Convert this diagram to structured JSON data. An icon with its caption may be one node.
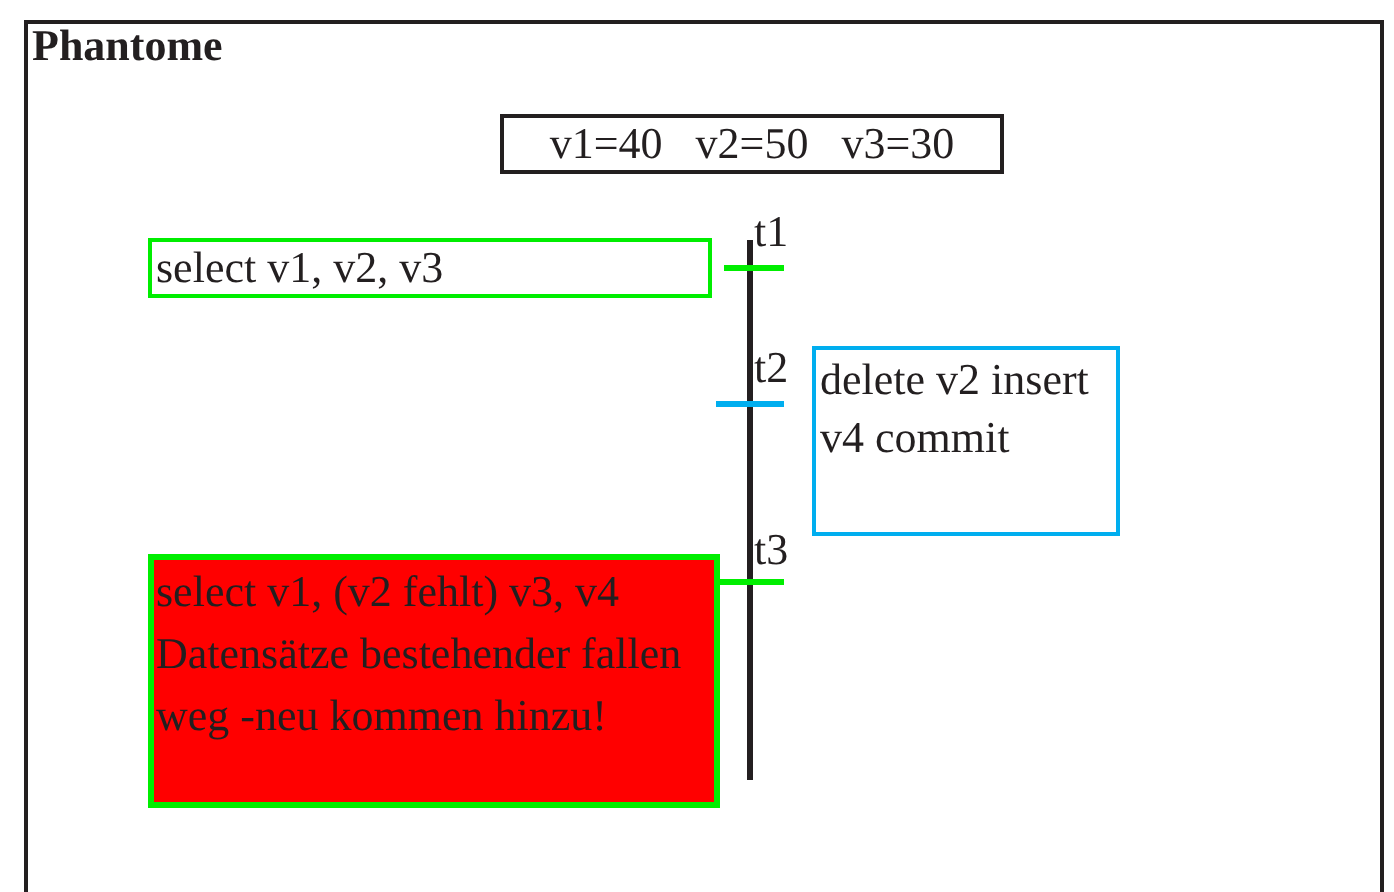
{
  "diagram": {
    "nodes": [
      {
        "text": [
          "Phantome"
        ]
      },
      {
        "text": [
          "v1=40   v2=50   v3=30"
        ],
        "in": 0
      },
      {
        "text": [
          "select v1, v2, v3"
        ],
        "in": 0
      },
      {
        "text": [
          "delete v2 insert v4 commit"
        ],
        "in": 0
      },
      {
        "text": [
          "select v1, (v2 fehlt) v3, v4 Datensätze bestehender fallen weg -neu kommen hinzu!"
        ],
        "in": 0
      }
    ],
    "labels": [
      "t1",
      "t2",
      "t3"
    ]
  }
}
